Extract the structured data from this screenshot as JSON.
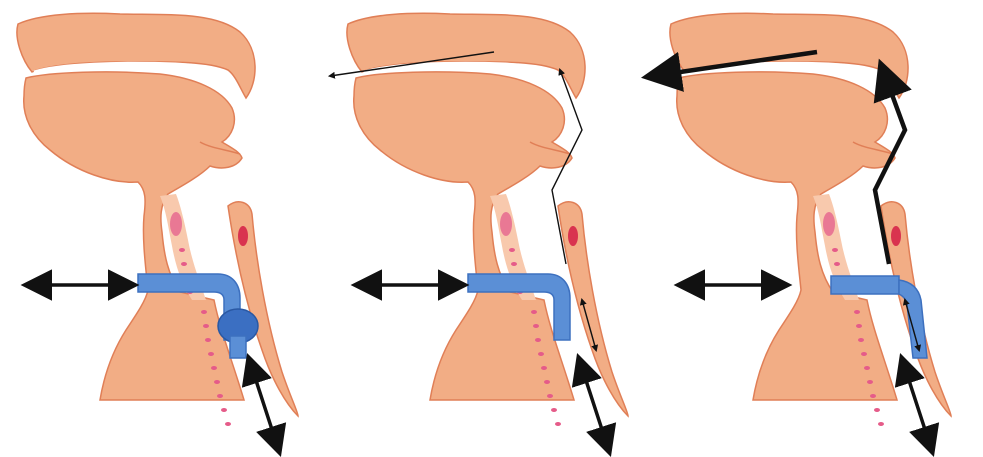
{
  "figure": {
    "panels": [
      {
        "id": "cuffed-tube",
        "cuff": true,
        "tube_inside_trachea": true,
        "airflow_arrows": "none"
      },
      {
        "id": "cuff-deflated",
        "cuff": false,
        "tube_inside_trachea": true,
        "airflow_arrows": "thin"
      },
      {
        "id": "speaking-valve",
        "cuff": false,
        "tube_inside_trachea": false,
        "airflow_arrows": "thick"
      }
    ],
    "colors": {
      "tissue": "#f2ad85",
      "tissue_outline": "#e07f57",
      "airway": "#f8c9ad",
      "tube": "#5b8fd6",
      "tube_outline": "#3d70bf",
      "cuff": "#3b6fc2",
      "vocal_fold": "#e66a8f",
      "cartilage_dot": "#e55b89",
      "arrow": "#111111"
    }
  }
}
